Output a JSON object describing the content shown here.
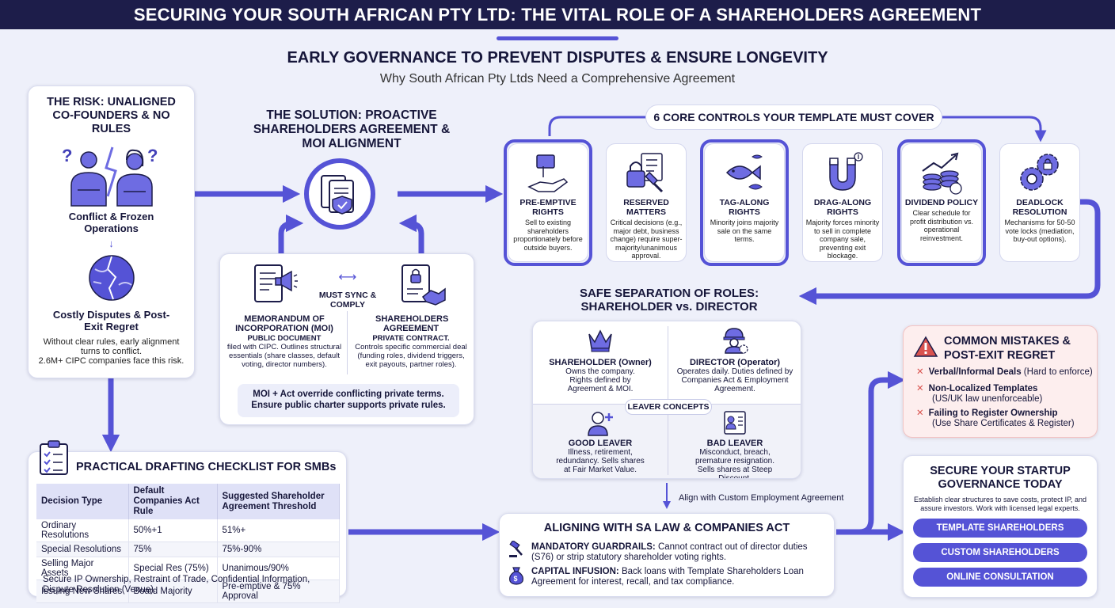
{
  "header": {
    "title": "SECURING YOUR SOUTH AFRICAN PTY LTD: THE VITAL ROLE OF A SHAREHOLDERS AGREEMENT",
    "subtitle": "EARLY GOVERNANCE TO PREVENT DISPUTES & ENSURE LONGEVITY",
    "tagline": "Why South African Pty Ltds Need a Comprehensive Agreement"
  },
  "risk": {
    "title": "THE RISK: UNALIGNED CO-FOUNDERS & NO RULES",
    "conflict": "Conflict & Frozen Operations",
    "disputes": "Costly Disputes & Post-Exit Regret",
    "desc1": "Without clear rules, early alignment turns to conflict.",
    "desc2": "2.6M+ CIPC companies face this risk."
  },
  "solution": {
    "title": "THE SOLUTION: PROACTIVE SHAREHOLDERS AGREEMENT & MOI ALIGNMENT",
    "sync_label": "MUST SYNC & COMPLY",
    "moi_title": "MEMORANDUM OF INCORPORATION (MOI)",
    "moi_sub": "PUBLIC DOCUMENT",
    "moi_desc": "filed with CIPC. Outlines structural essentials (share classes, default voting, director numbers).",
    "sha_title": "SHAREHOLDERS AGREEMENT",
    "sha_sub": "PRIVATE CONTRACT.",
    "sha_desc": "Controls specific commercial deal (funding roles, dividend triggers, exit payouts, partner roles).",
    "note1": "MOI + Act override conflicting private terms.",
    "note2": "Ensure public charter supports private rules."
  },
  "controls": {
    "title": "6 CORE CONTROLS YOUR TEMPLATE MUST COVER",
    "items": [
      {
        "title": "PRE-EMPTIVE RIGHTS",
        "desc": "Sell to existing shareholders proportionately before outside buyers."
      },
      {
        "title": "RESERVED MATTERS",
        "desc": "Critical decisions (e.g., major debt, business change) require super-majority/unanimous approval."
      },
      {
        "title": "TAG-ALONG RIGHTS",
        "desc": "Minority joins majority sale on the same terms."
      },
      {
        "title": "DRAG-ALONG RIGHTS",
        "desc": "Majority forces minority to sell in complete company sale, preventing exit blockage."
      },
      {
        "title": "DIVIDEND POLICY",
        "desc": "Clear schedule for profit distribution vs. operational reinvestment."
      },
      {
        "title": "DEADLOCK RESOLUTION",
        "desc": "Mechanisms for 50-50 vote locks (mediation, buy-out options)."
      }
    ]
  },
  "roles": {
    "title": "SAFE SEPARATION OF ROLES: SHAREHOLDER vs. DIRECTOR",
    "shareholder_title": "SHAREHOLDER (Owner)",
    "shareholder_desc": "Owns the company. Rights defined by Agreement & MOI.",
    "director_title": "DIRECTOR (Operator)",
    "director_desc": "Operates daily. Duties defined by Companies Act & Employment Agreement.",
    "leaver_label": "LEAVER CONCEPTS",
    "good_title": "GOOD LEAVER",
    "good_desc": "Illness, retirement, redundancy. Sells shares at Fair Market Value.",
    "bad_title": "BAD LEAVER",
    "bad_desc": "Misconduct, breach, premature resignation. Sells shares at Steep Discount.",
    "align_note": "Align with Custom Employment Agreement"
  },
  "checklist": {
    "title": "PRACTICAL DRAFTING CHECKLIST FOR SMBs",
    "headers": [
      "Decision Type",
      "Default Companies Act Rule",
      "Suggested Shareholder Agreement Threshold"
    ],
    "rows": [
      [
        "Ordinary Resolutions",
        "50%+1",
        "51%+"
      ],
      [
        "Special Resolutions",
        "75%",
        "75%-90%"
      ],
      [
        "Selling Major Assets",
        "Special Res (75%)",
        "Unanimous/90%"
      ],
      [
        "Issuing New Shares",
        "Board Majority",
        "Pre-emptive & 75% Approval"
      ]
    ],
    "footer": "Secure IP Ownership, Restraint of Trade, Confidential Information, Dispute Resolution (Venue)."
  },
  "law": {
    "title": "ALIGNING WITH SA LAW & COMPANIES ACT",
    "item1_label": "MANDATORY GUARDRAILS:",
    "item1_text": "Cannot contract out of director duties (S76) or strip statutory shareholder voting rights.",
    "item2_label": "CAPITAL INFUSION:",
    "item2_text": "Back loans with Template Shareholders Loan Agreement for interest, recall, and tax compliance."
  },
  "mistakes": {
    "title": "COMMON MISTAKES & POST-EXIT REGRET",
    "items": [
      {
        "bold": "Verbal/Informal Deals",
        "rest": " (Hard to enforce)"
      },
      {
        "bold": "Non-Localized Templates",
        "rest": "(US/UK law unenforceable)"
      },
      {
        "bold": "Failing to Register Ownership",
        "rest": "(Use Share Certificates & Register)"
      }
    ]
  },
  "cta": {
    "title": "SECURE YOUR STARTUP GOVERNANCE TODAY",
    "desc": "Establish clear structures to save costs, protect IP, and assure investors. Work with licensed legal experts.",
    "buttons": [
      "TEMPLATE SHAREHOLDERS AGREEMENT",
      "CUSTOM SHAREHOLDERS AGREEMENT",
      "ONLINE CONSULTATION"
    ]
  },
  "colors": {
    "accent": "#5553d6",
    "dark": "#1d1d4a",
    "danger": "#d9534f",
    "mistake_bg": "#fdeeee"
  }
}
